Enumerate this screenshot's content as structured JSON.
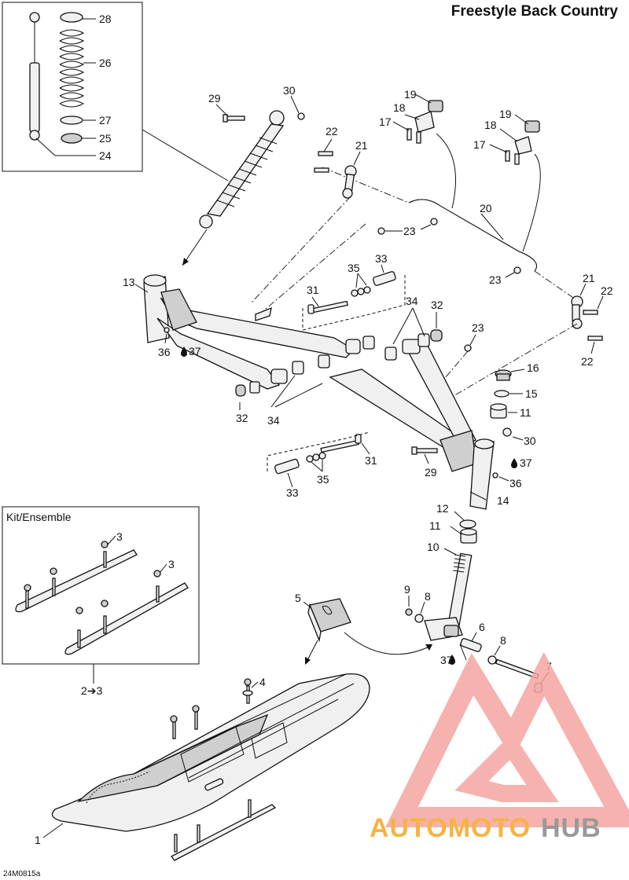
{
  "title": "Freestyle Back Country",
  "drawing_code": "24M0815a",
  "kit_label": "Kit/Ensemble",
  "kit_ref": "2➔3",
  "watermark": {
    "prefix": "AUTOMOTO",
    "suffix": "HUB",
    "accent_color": "#f5a5a0",
    "orange_color": "#f5a623",
    "gray_color": "#888888"
  },
  "callouts": {
    "c1": "1",
    "c3a": "3",
    "c3b": "3",
    "c4": "4",
    "c5": "5",
    "c6": "6",
    "c7": "7",
    "c8a": "8",
    "c8b": "8",
    "c9": "9",
    "c10": "10",
    "c11a": "11",
    "c11b": "11",
    "c12": "12",
    "c13": "13",
    "c14": "14",
    "c15": "15",
    "c16": "16",
    "c17a": "17",
    "c17b": "17",
    "c18a": "18",
    "c18b": "18",
    "c19a": "19",
    "c19b": "19",
    "c20": "20",
    "c21a": "21",
    "c21b": "21",
    "c22a": "22",
    "c22b": "22",
    "c22c": "22",
    "c23a": "23",
    "c23b": "23",
    "c23c": "23",
    "c24": "24",
    "c25": "25",
    "c26": "26",
    "c27": "27",
    "c28": "28",
    "c29a": "29",
    "c29b": "29",
    "c30a": "30",
    "c30b": "30",
    "c31a": "31",
    "c31b": "31",
    "c32a": "32",
    "c32b": "32",
    "c33a": "33",
    "c33b": "33",
    "c34a": "34",
    "c34b": "34",
    "c35a": "35",
    "c35b": "35",
    "c36a": "36",
    "c36b": "36",
    "c37a": "37",
    "c37b": "37",
    "c37c": "37"
  }
}
